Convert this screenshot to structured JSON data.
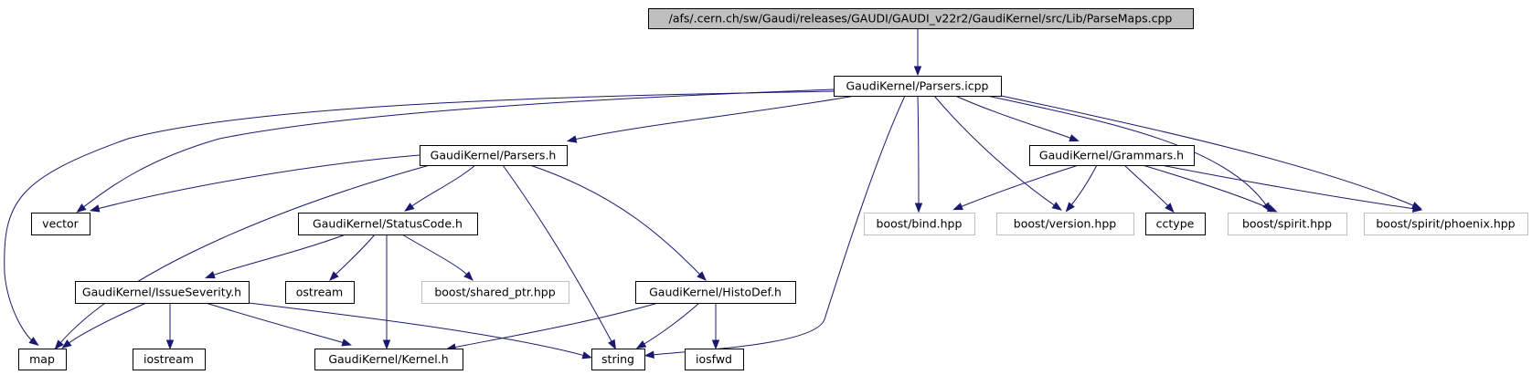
{
  "nodes": [
    {
      "id": "root",
      "label": "/afs/.cern.ch/sw/Gaudi/releases/GAUDI/GAUDI_v22r2/GaudiKernel/src/Lib/ParseMaps.cpp",
      "style": "root"
    },
    {
      "id": "parsers_icpp",
      "label": "GaudiKernel/Parsers.icpp",
      "style": "normal"
    },
    {
      "id": "parsers_h",
      "label": "GaudiKernel/Parsers.h",
      "style": "normal"
    },
    {
      "id": "grammars_h",
      "label": "GaudiKernel/Grammars.h",
      "style": "normal"
    },
    {
      "id": "vector",
      "label": "vector",
      "style": "normal"
    },
    {
      "id": "statuscode_h",
      "label": "GaudiKernel/StatusCode.h",
      "style": "normal"
    },
    {
      "id": "boost_bind",
      "label": "boost/bind.hpp",
      "style": "external"
    },
    {
      "id": "boost_version",
      "label": "boost/version.hpp",
      "style": "external"
    },
    {
      "id": "cctype",
      "label": "cctype",
      "style": "normal"
    },
    {
      "id": "boost_spirit",
      "label": "boost/spirit.hpp",
      "style": "external"
    },
    {
      "id": "boost_phoenix",
      "label": "boost/spirit/phoenix.hpp",
      "style": "external"
    },
    {
      "id": "issueseverity_h",
      "label": "GaudiKernel/IssueSeverity.h",
      "style": "normal"
    },
    {
      "id": "ostream",
      "label": "ostream",
      "style": "normal"
    },
    {
      "id": "boost_shared_ptr",
      "label": "boost/shared_ptr.hpp",
      "style": "external"
    },
    {
      "id": "histodef_h",
      "label": "GaudiKernel/HistoDef.h",
      "style": "normal"
    },
    {
      "id": "map",
      "label": "map",
      "style": "normal"
    },
    {
      "id": "iostream",
      "label": "iostream",
      "style": "normal"
    },
    {
      "id": "kernel_h",
      "label": "GaudiKernel/Kernel.h",
      "style": "normal"
    },
    {
      "id": "string",
      "label": "string",
      "style": "normal"
    },
    {
      "id": "iosfwd",
      "label": "iosfwd",
      "style": "normal"
    }
  ],
  "edges": [
    {
      "from": "root",
      "to": "parsers_icpp"
    },
    {
      "from": "parsers_icpp",
      "to": "map"
    },
    {
      "from": "parsers_icpp",
      "to": "vector"
    },
    {
      "from": "parsers_icpp",
      "to": "parsers_h"
    },
    {
      "from": "parsers_icpp",
      "to": "string"
    },
    {
      "from": "parsers_icpp",
      "to": "boost_bind"
    },
    {
      "from": "parsers_icpp",
      "to": "boost_version"
    },
    {
      "from": "parsers_icpp",
      "to": "grammars_h"
    },
    {
      "from": "parsers_icpp",
      "to": "boost_spirit"
    },
    {
      "from": "parsers_icpp",
      "to": "boost_phoenix"
    },
    {
      "from": "parsers_h",
      "to": "vector"
    },
    {
      "from": "parsers_h",
      "to": "map"
    },
    {
      "from": "parsers_h",
      "to": "statuscode_h"
    },
    {
      "from": "parsers_h",
      "to": "string"
    },
    {
      "from": "parsers_h",
      "to": "histodef_h"
    },
    {
      "from": "grammars_h",
      "to": "boost_bind"
    },
    {
      "from": "grammars_h",
      "to": "boost_version"
    },
    {
      "from": "grammars_h",
      "to": "cctype"
    },
    {
      "from": "grammars_h",
      "to": "boost_spirit"
    },
    {
      "from": "grammars_h",
      "to": "boost_phoenix"
    },
    {
      "from": "statuscode_h",
      "to": "issueseverity_h"
    },
    {
      "from": "statuscode_h",
      "to": "ostream"
    },
    {
      "from": "statuscode_h",
      "to": "boost_shared_ptr"
    },
    {
      "from": "statuscode_h",
      "to": "kernel_h"
    },
    {
      "from": "issueseverity_h",
      "to": "map"
    },
    {
      "from": "issueseverity_h",
      "to": "iostream"
    },
    {
      "from": "issueseverity_h",
      "to": "kernel_h"
    },
    {
      "from": "issueseverity_h",
      "to": "string"
    },
    {
      "from": "histodef_h",
      "to": "kernel_h"
    },
    {
      "from": "histodef_h",
      "to": "string"
    },
    {
      "from": "histodef_h",
      "to": "iosfwd"
    }
  ],
  "colors": {
    "edge": "#191970",
    "root_fill": "#bfbfbf",
    "node_border": "#000000",
    "external_border": "#bfbfbf",
    "node_fill": "#ffffff"
  }
}
